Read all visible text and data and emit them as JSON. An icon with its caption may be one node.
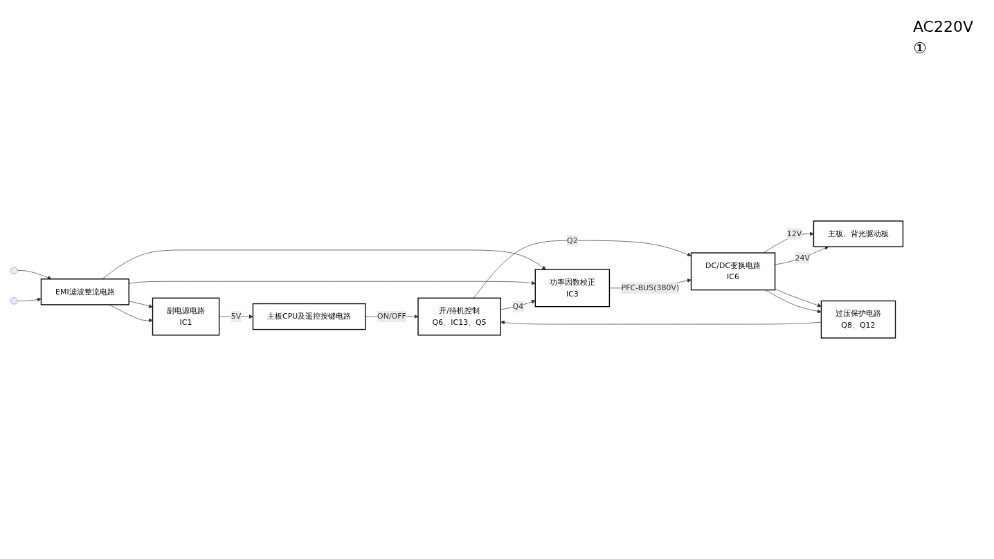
{
  "diagram": {
    "nodes": [
      {
        "text": [],
        "shape": "circle"
      },
      {
        "text": [],
        "shape": "circle"
      },
      {
        "text": [
          "EMI滤波整流电路"
        ]
      },
      {
        "text": [
          "副电源电路",
          "IC1"
        ]
      },
      {
        "text": [
          "主板CPU及遥控按键电路"
        ]
      },
      {
        "text": [
          "开/待机控制",
          "Q6、IC13、Q5"
        ]
      },
      {
        "text": [
          "过压保护电路",
          "Q8、Q12"
        ]
      },
      {
        "text": [
          "功率因数校正",
          "IC3"
        ]
      },
      {
        "text": [
          "DC/DC变换电路",
          "IC6"
        ]
      },
      {
        "text": [
          "主板、背光驱动板"
        ]
      }
    ],
    "edges": [
      {
        "from": 0,
        "to": 2,
        "arrow": "to"
      },
      {
        "from": 1,
        "to": 2,
        "arrow": "to"
      },
      {
        "from": 2,
        "to": 3,
        "arrow": "to"
      },
      {
        "from": 2,
        "to": 3,
        "arrow": "to"
      },
      {
        "from": 3,
        "to": 4,
        "arrow": "to",
        "label": "5V"
      },
      {
        "from": 4,
        "to": 5,
        "arrow": "to",
        "label": "ON/OFF"
      },
      {
        "from": 6,
        "to": 5,
        "arrow": "to"
      },
      {
        "from": 2,
        "to": 7,
        "arrow": "to"
      },
      {
        "from": 2,
        "to": 7,
        "arrow": "to"
      },
      {
        "from": 5,
        "to": 7,
        "arrow": "to",
        "label": "Q4"
      },
      {
        "from": 5,
        "to": 8,
        "arrow": "to",
        "label": "Q2"
      },
      {
        "from": 7,
        "to": 8,
        "arrow": "to",
        "label": "PFC-BUS(380V)"
      },
      {
        "from": 8,
        "to": 9,
        "arrow": "to",
        "label": "12V"
      },
      {
        "from": 8,
        "to": 6,
        "arrow": "to"
      },
      {
        "from": 8,
        "to": 9,
        "arrow": "to",
        "label": "24V"
      },
      {
        "from": 8,
        "to": 6,
        "arrow": "to"
      }
    ],
    "labels": [
      "AC220V",
      "①"
    ]
  }
}
